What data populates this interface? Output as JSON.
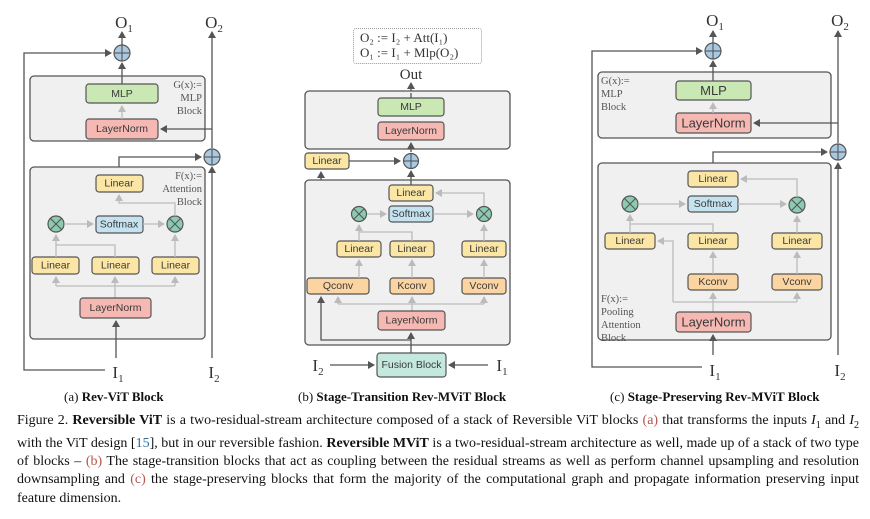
{
  "figure": {
    "panels": {
      "a": {
        "caption_prefix": "(a)",
        "caption_title": "Rev-ViT Block",
        "outputs": {
          "o1": "O",
          "o1_sub": "1",
          "o2": "O",
          "o2_sub": "2"
        },
        "inputs": {
          "i1": "I",
          "i1_sub": "1",
          "i2": "I",
          "i2_sub": "2"
        },
        "g_block": {
          "label_lines": [
            "G(x):=",
            "MLP",
            "Block"
          ],
          "mlp": "MLP",
          "layernorm": "LayerNorm"
        },
        "f_block": {
          "label_lines": [
            "F(x):=",
            "Attention",
            "Block"
          ],
          "linear_out": "Linear",
          "softmax": "Softmax",
          "linear_q": "Linear",
          "linear_k": "Linear",
          "linear_v": "Linear",
          "layernorm": "LayerNorm"
        }
      },
      "b": {
        "caption_prefix": "(b)",
        "caption_title": "Stage-Transition Rev-MViT Block",
        "equations": [
          "O₂ := I₂ + Att(I₁)",
          "O₁ := I₁ + Mlp(O₂)"
        ],
        "output": "Out",
        "inputs": {
          "i1": "I",
          "i1_sub": "1",
          "i2": "I",
          "i2_sub": "2"
        },
        "mlp_block": {
          "mlp": "MLP",
          "layernorm": "LayerNorm"
        },
        "side_linear": "Linear",
        "attn_block": {
          "linear_out": "Linear",
          "softmax": "Softmax",
          "linear_q": "Linear",
          "linear_k": "Linear",
          "linear_v": "Linear",
          "qconv": "Qconv",
          "kconv": "Kconv",
          "vconv": "Vconv",
          "layernorm": "LayerNorm"
        },
        "fusion": "Fusion Block"
      },
      "c": {
        "caption_prefix": "(c)",
        "caption_title": "Stage-Preserving Rev-MViT Block",
        "outputs": {
          "o1": "O",
          "o1_sub": "1",
          "o2": "O",
          "o2_sub": "2"
        },
        "inputs": {
          "i1": "I",
          "i1_sub": "1",
          "i2": "I",
          "i2_sub": "2"
        },
        "g_block": {
          "label_lines": [
            "G(x):=",
            "MLP",
            "Block"
          ],
          "mlp": "MLP",
          "layernorm": "LayerNorm"
        },
        "f_block": {
          "label_lines": [
            "F(x):=",
            "Pooling",
            "Attention",
            "Block"
          ],
          "linear_out": "Linear",
          "softmax": "Softmax",
          "linear_q": "Linear",
          "linear_k": "Linear",
          "linear_v": "Linear",
          "kconv": "Kconv",
          "vconv": "Vconv",
          "layernorm": "LayerNorm"
        }
      }
    },
    "caption": {
      "figure_label": "Figure 2.",
      "bold1": "Reversible ViT",
      "t1": " is a two-residual-stream architecture composed of a stack of Reversible ViT blocks ",
      "ref_a": "(a)",
      "t2": " that transforms the inputs ",
      "i1": "I",
      "i1_sub": "1",
      "t3": " and ",
      "i2": "I",
      "i2_sub": "2",
      "t4": " with the ViT design [",
      "cite": "15",
      "t5": "], but in our reversible fashion. ",
      "bold2": "Reversible MViT",
      "t6": " is a two-residual-stream architecture as well, made up of a stack of two type of blocks – ",
      "ref_b": "(b)",
      "t7": " The stage-transition blocks that act as coupling between the residual streams as well as perform channel upsampling and resolution downsampling and ",
      "ref_c": "(c)",
      "t8": " the stage-preserving blocks that form the majority of the computational graph and propagate information preserving input feature dimension."
    },
    "colors": {
      "mlp": "#c9e8b4",
      "layernorm": "#f5b8b2",
      "linear": "#fbe6a5",
      "softmax": "#c5e2f0",
      "conv": "#fbd4a2",
      "fusion": "#c4e8de",
      "multiply": "#8ccab2",
      "add": "#a9c9e2",
      "block_bg": "#f0f0f0"
    }
  }
}
